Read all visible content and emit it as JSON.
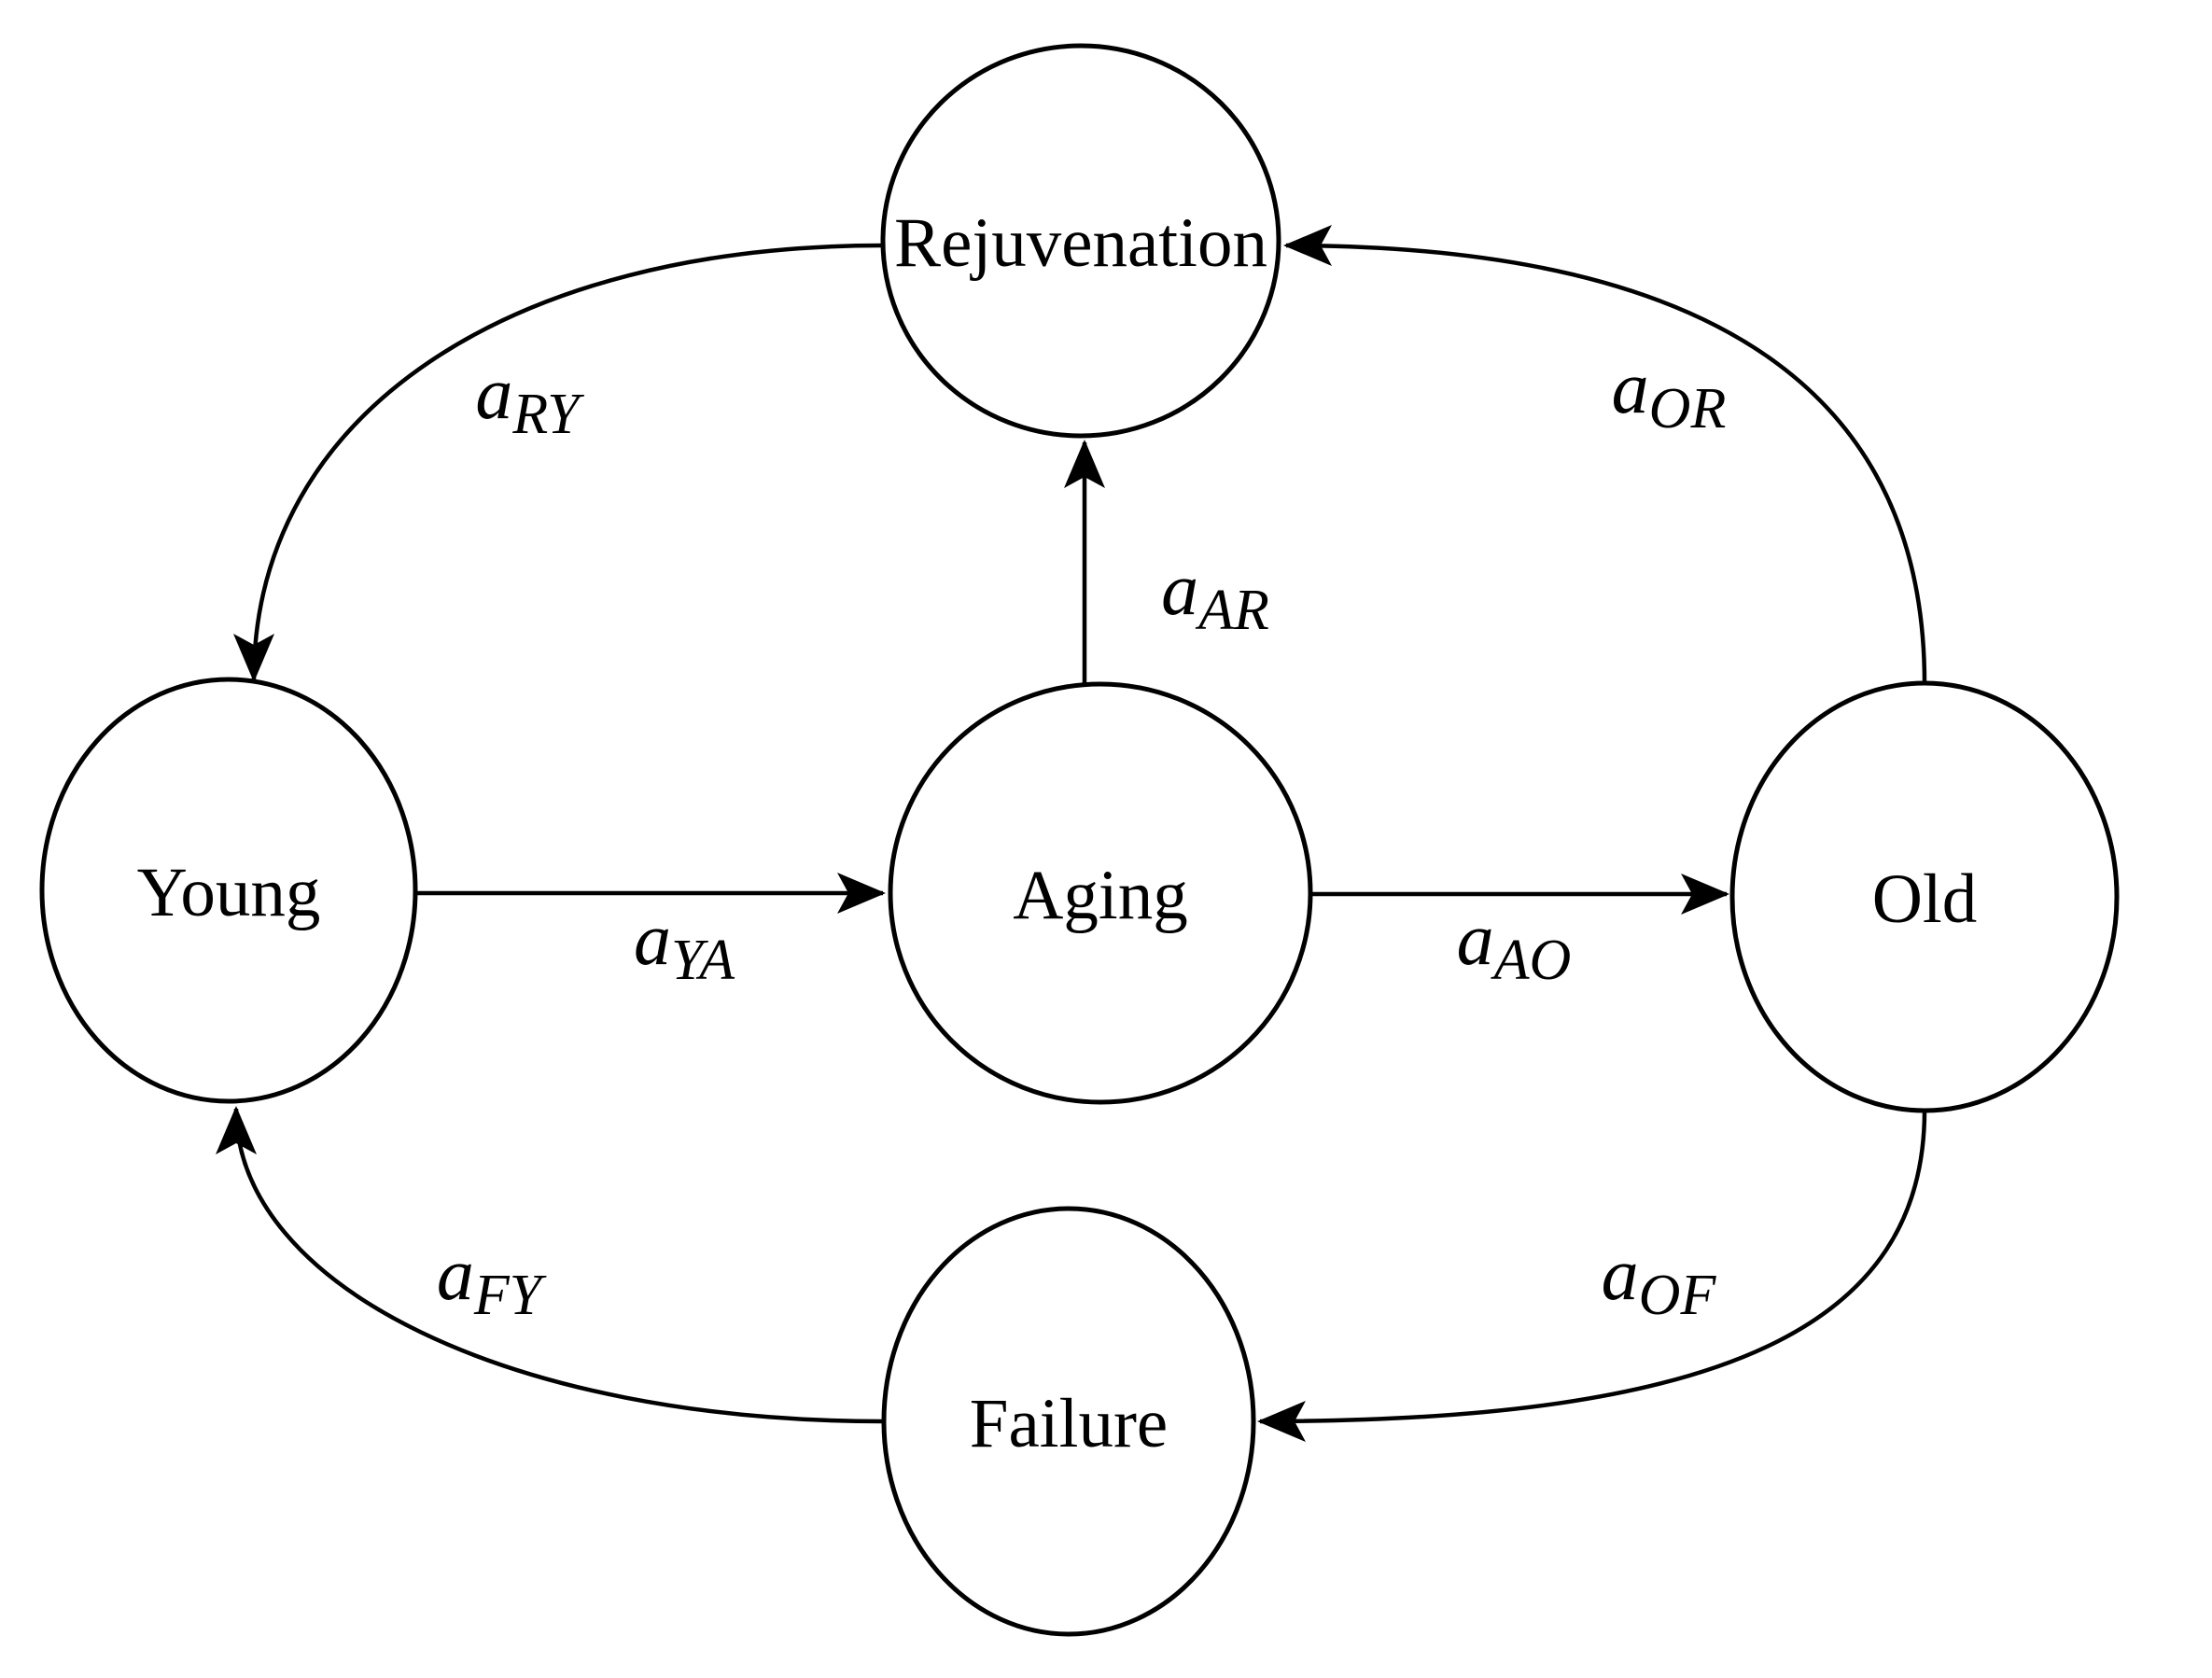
{
  "diagram": {
    "type": "state-transition-diagram",
    "background_color": "#ffffff",
    "line_color": "#000000",
    "nodes": [
      {
        "id": "rejuvenation",
        "label": "Rejuvenation"
      },
      {
        "id": "young",
        "label": "Young"
      },
      {
        "id": "aging",
        "label": "Aging"
      },
      {
        "id": "old",
        "label": "Old"
      },
      {
        "id": "failure",
        "label": "Failure"
      }
    ],
    "edges": [
      {
        "id": "ry",
        "from": "Rejuvenation",
        "to": "Young",
        "symbol": "a",
        "subscript": "RY"
      },
      {
        "id": "or",
        "from": "Old",
        "to": "Rejuvenation",
        "symbol": "a",
        "subscript": "OR"
      },
      {
        "id": "ar",
        "from": "Aging",
        "to": "Rejuvenation",
        "symbol": "a",
        "subscript": "AR"
      },
      {
        "id": "ya",
        "from": "Young",
        "to": "Aging",
        "symbol": "a",
        "subscript": "YA"
      },
      {
        "id": "ao",
        "from": "Aging",
        "to": "Old",
        "symbol": "a",
        "subscript": "AO"
      },
      {
        "id": "of",
        "from": "Old",
        "to": "Failure",
        "symbol": "a",
        "subscript": "OF"
      },
      {
        "id": "fy",
        "from": "Failure",
        "to": "Young",
        "symbol": "a",
        "subscript": "FY"
      }
    ]
  }
}
